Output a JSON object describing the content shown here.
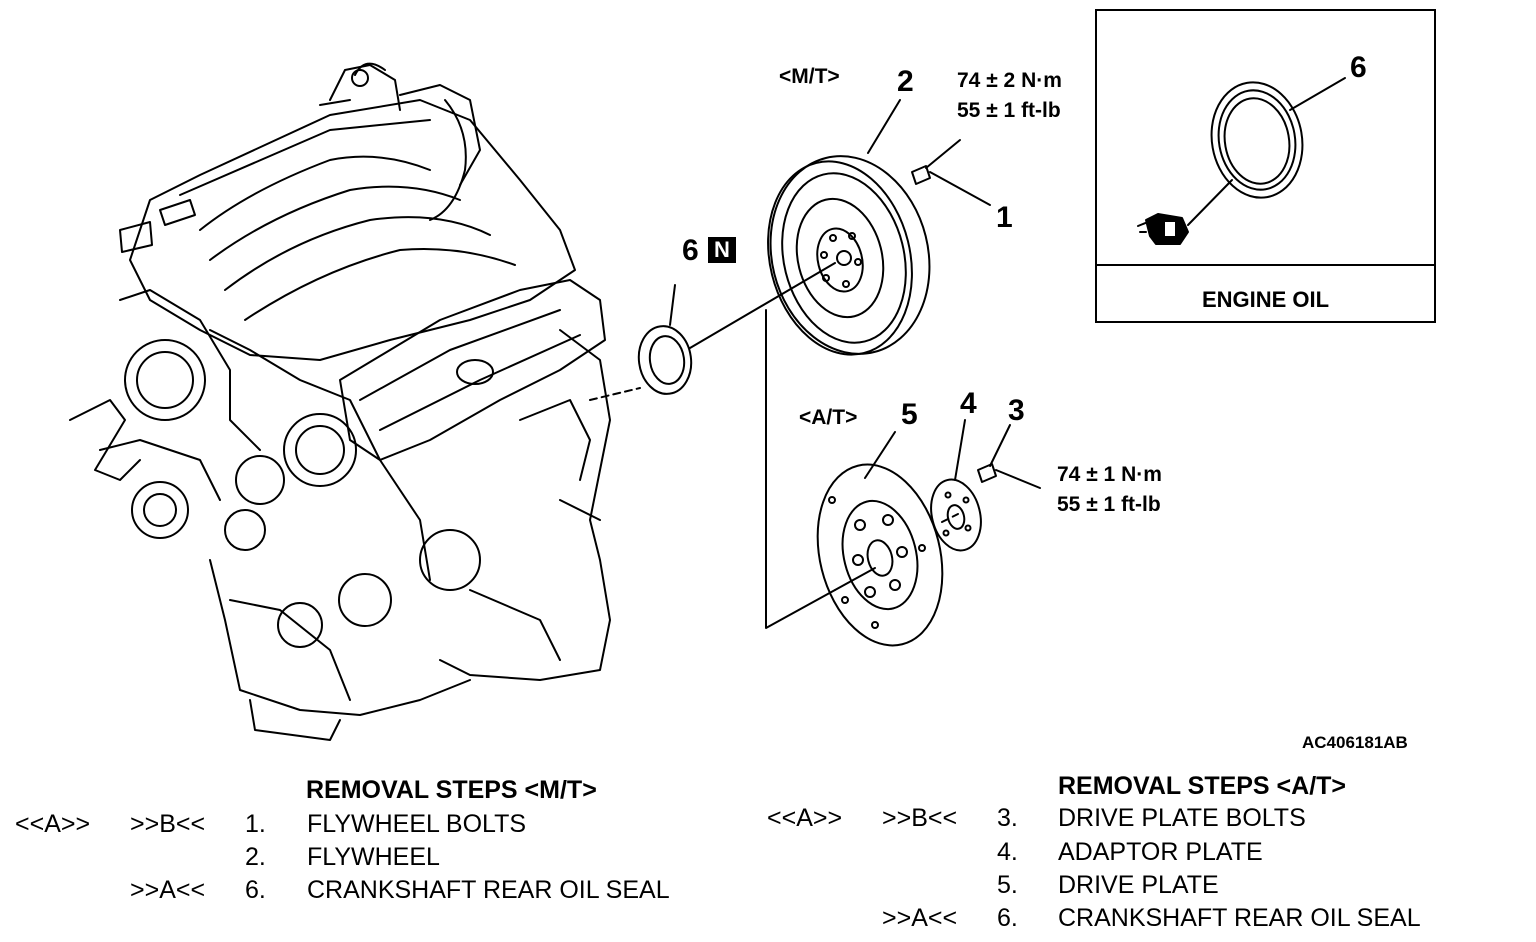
{
  "callouts": {
    "mt_label": "<M/T>",
    "at_label": "<A/T>",
    "n1": "1",
    "n2": "2",
    "n3": "3",
    "n4": "4",
    "n5": "5",
    "n6_inset": "6",
    "n6_engine": "6",
    "n_badge": "N"
  },
  "torque_mt": {
    "line1": "74 ± 2 N·m",
    "line2": "55 ± 1 ft-lb"
  },
  "torque_at": {
    "line1": "74 ± 1 N·m",
    "line2": "55 ± 1 ft-lb"
  },
  "inset": {
    "caption": "ENGINE OIL"
  },
  "figure_id": "AC406181AB",
  "removal_mt": {
    "heading": "REMOVAL STEPS <M/T>",
    "rows": [
      {
        "mark_a": "<<A>>",
        "mark_b": ">>B<<",
        "num": "1.",
        "text": "FLYWHEEL BOLTS"
      },
      {
        "mark_a": "",
        "mark_b": "",
        "num": "2.",
        "text": "FLYWHEEL"
      },
      {
        "mark_a": "",
        "mark_b": ">>A<<",
        "num": "6.",
        "text": "CRANKSHAFT REAR OIL SEAL"
      }
    ]
  },
  "removal_at": {
    "heading": "REMOVAL STEPS <A/T>",
    "rows": [
      {
        "mark_a": "<<A>>",
        "mark_b": ">>B<<",
        "num": "3.",
        "text": "DRIVE PLATE BOLTS"
      },
      {
        "mark_a": "",
        "mark_b": "",
        "num": "4.",
        "text": "ADAPTOR PLATE"
      },
      {
        "mark_a": "",
        "mark_b": "",
        "num": "5.",
        "text": "DRIVE PLATE"
      },
      {
        "mark_a": "",
        "mark_b": ">>A<<",
        "num": "6.",
        "text": "CRANKSHAFT REAR OIL SEAL"
      }
    ]
  }
}
